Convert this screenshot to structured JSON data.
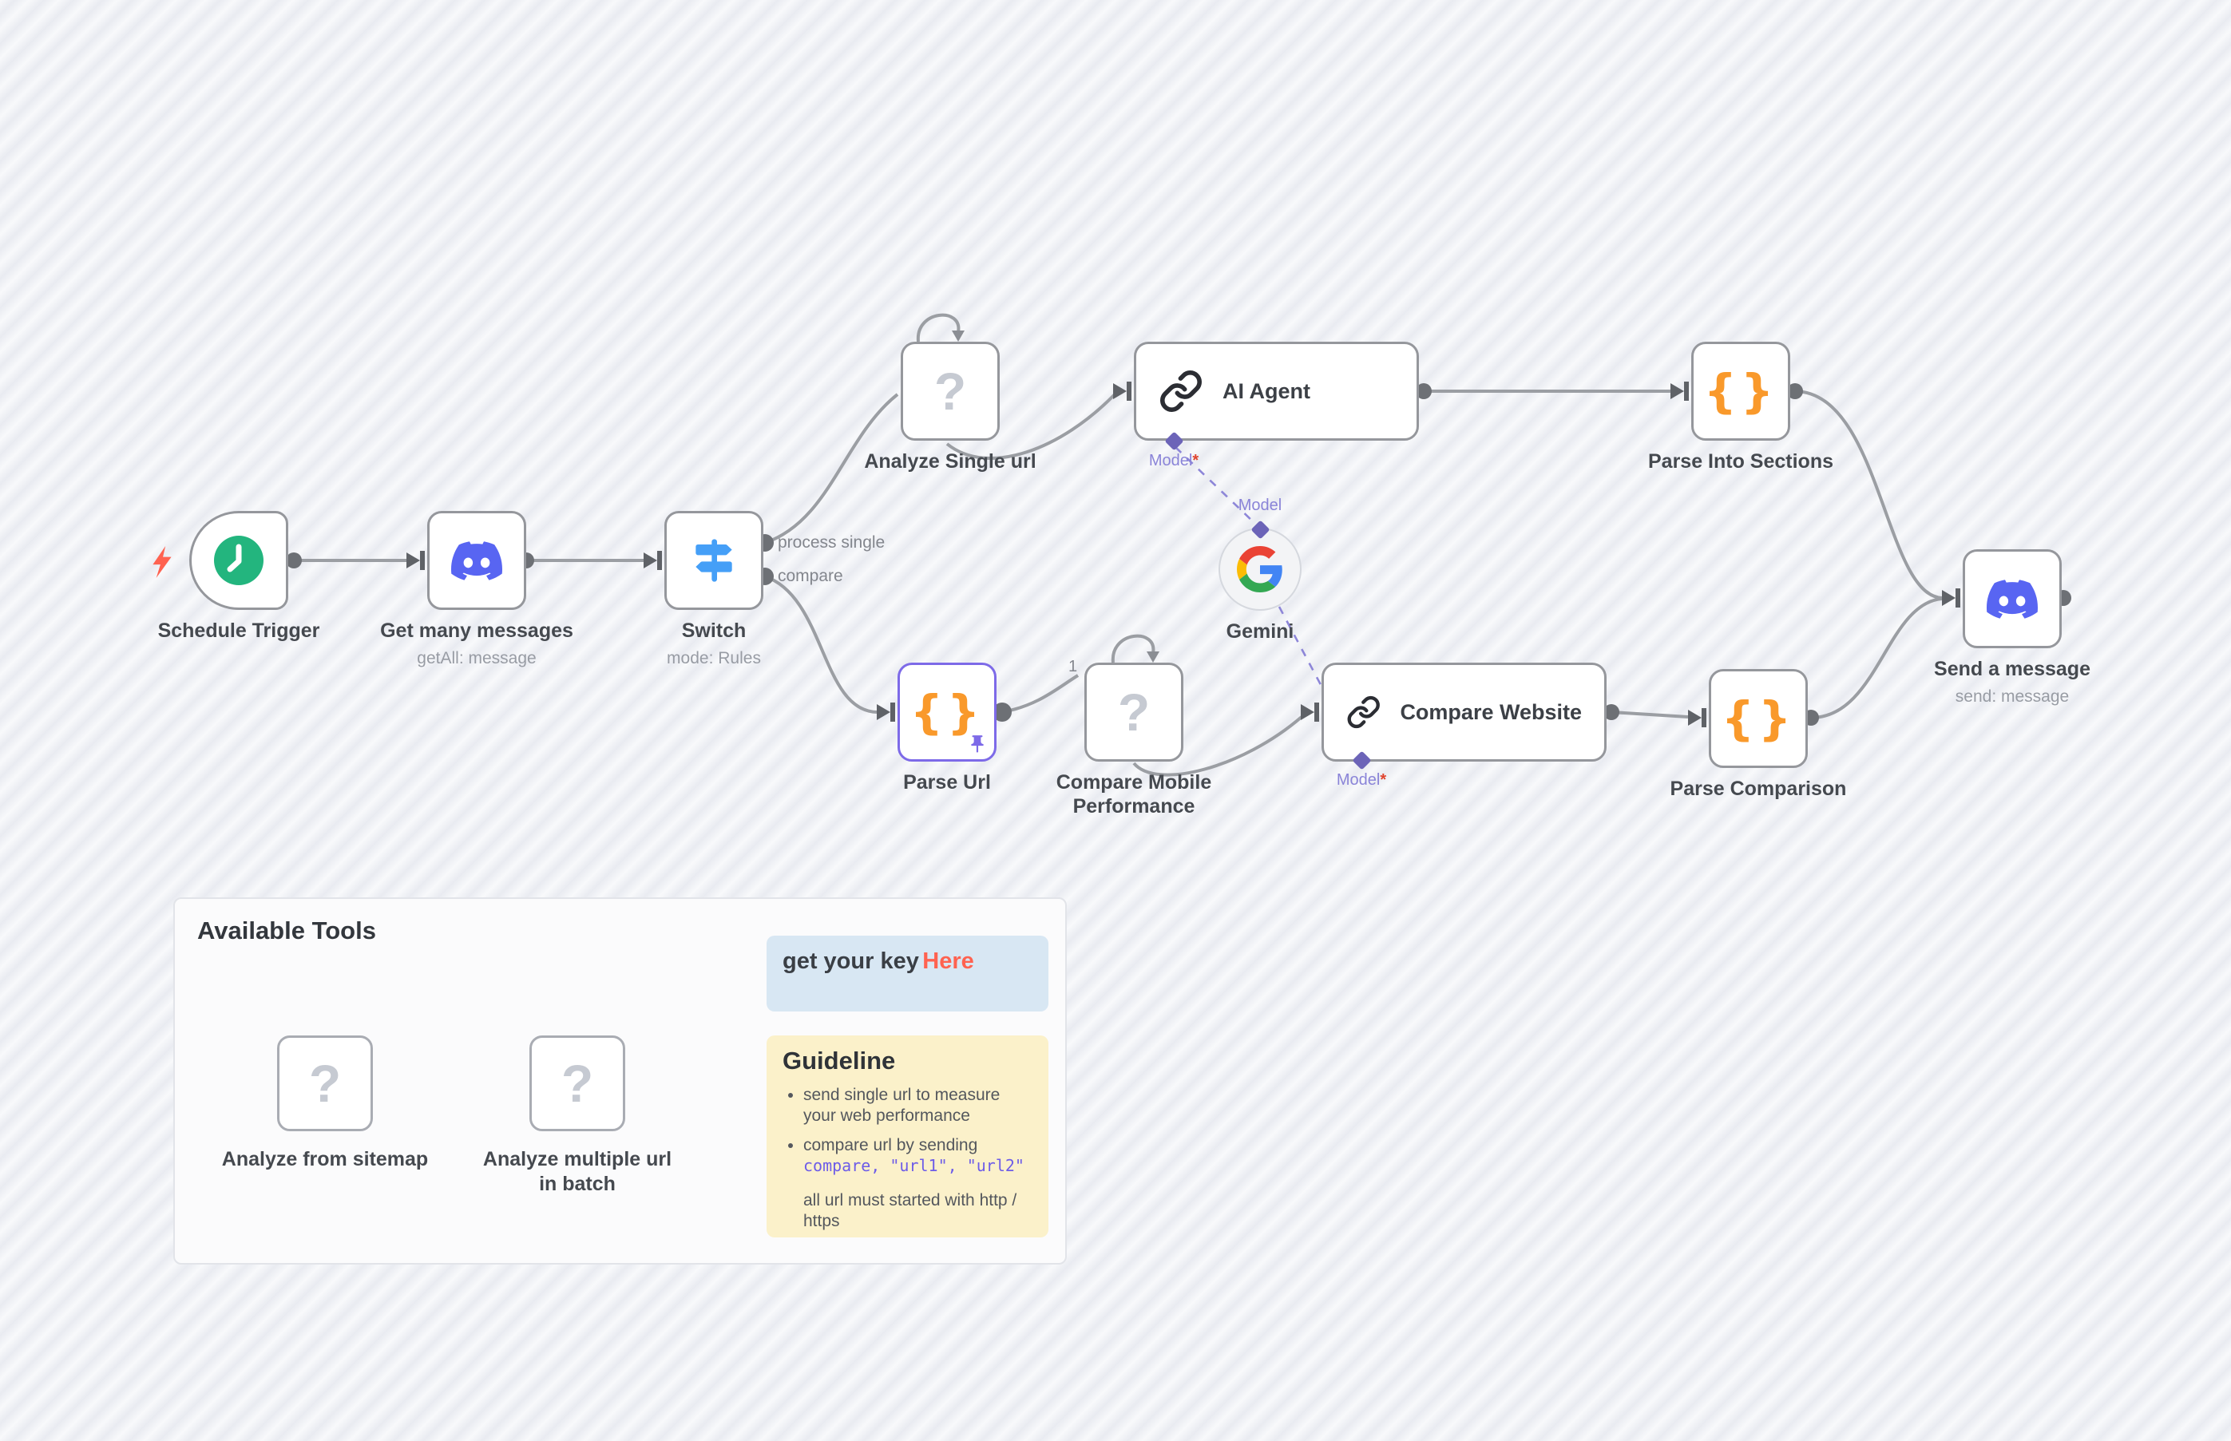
{
  "nodes": {
    "schedule_trigger": {
      "label": "Schedule Trigger"
    },
    "get_many_messages": {
      "label": "Get many messages",
      "sublabel": "getAll: message"
    },
    "switch_node": {
      "label": "Switch",
      "sublabel": "mode: Rules"
    },
    "analyze_single_url": {
      "label": "Analyze Single url"
    },
    "ai_agent": {
      "label": "AI Agent"
    },
    "parse_into_sections": {
      "label": "Parse Into Sections"
    },
    "gemini": {
      "label": "Gemini"
    },
    "parse_url": {
      "label": "Parse Url"
    },
    "compare_mobile_performance": {
      "label": "Compare Mobile Performance"
    },
    "compare_website": {
      "label": "Compare Website"
    },
    "parse_comparison": {
      "label": "Parse Comparison"
    },
    "send_a_message": {
      "label": "Send a message",
      "sublabel": "send: message"
    }
  },
  "edge_labels": {
    "switch_output_1": "process single",
    "switch_output_2": "compare",
    "items_count": "1",
    "model_port": "Model",
    "required_asterisk": "*"
  },
  "icons": {
    "question_glyph": "?",
    "braces_glyph": "{}"
  },
  "sticky": {
    "tools_title": "Available Tools",
    "tool_sitemap": "Analyze from sitemap",
    "tool_batch": "Analyze multiple url in batch",
    "key_text": "get your key",
    "key_link": "Here",
    "guideline_title": "Guideline",
    "bullet1": "send single url to measure your web performance",
    "bullet2": "compare url by sending",
    "bullet2_code": "compare, \"url1\", \"url2\"",
    "note": "all url must started with http / https"
  },
  "colors": {
    "accent_purple": "#7d6ae8",
    "discord_blurple": "#5865f2",
    "trigger_green": "#23b57e",
    "switch_blue": "#459ff7",
    "braces_orange": "#f9992b",
    "link_red": "#ff6250",
    "note_blue_bg": "#d8e7f3",
    "note_yellow_bg": "#fbf1ca"
  }
}
